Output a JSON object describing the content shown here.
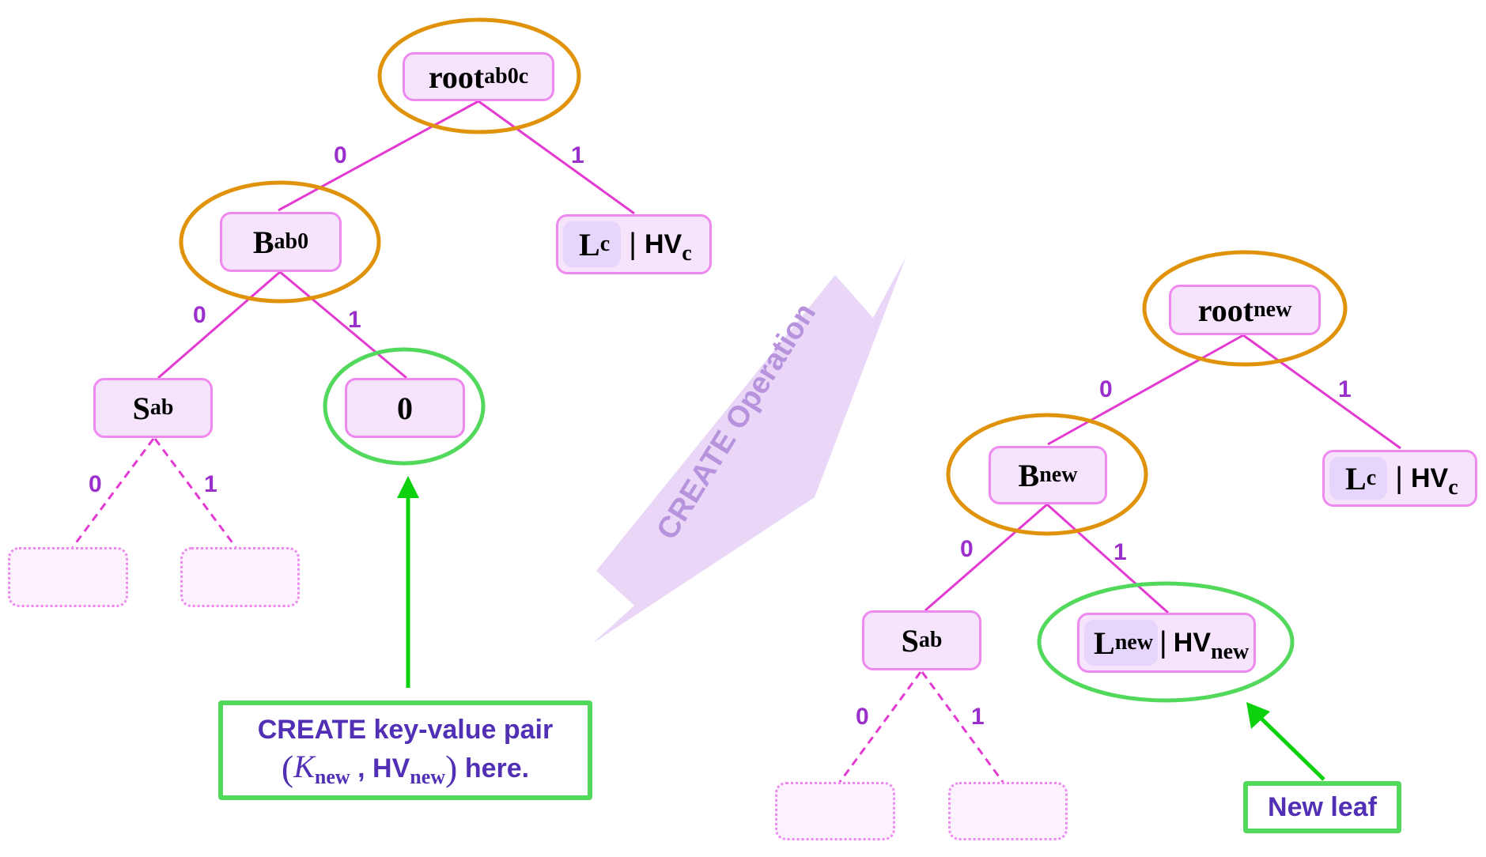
{
  "colors": {
    "node_fill": "#f5e4fc",
    "node_border": "#ee8aef",
    "key_fill": "#e6d6fb",
    "edge": "#e33ad2",
    "edge_label": "#9b2fcc",
    "orange_ring": "#e0930a",
    "green_ring": "#52d85a",
    "green_arrow": "#0dd10d",
    "callout_text": "#5230b5",
    "operation_band": "#ead7f8",
    "operation_text": "#b693dc"
  },
  "before_tree": {
    "root": {
      "main": "root",
      "sub": "ab0c"
    },
    "branch": {
      "main": "B",
      "sub": "ab0"
    },
    "leaf_c": {
      "key_main": "L",
      "key_sub": "c",
      "separator": "|",
      "hv_main": "HV",
      "hv_sub": "c"
    },
    "subtree": {
      "main": "S",
      "sub": "ab"
    },
    "empty_node": {
      "main": "0"
    },
    "edge_labels": {
      "root_left": "0",
      "root_right": "1",
      "branch_left": "0",
      "branch_right": "1",
      "subtree_left": "0",
      "subtree_right": "1"
    }
  },
  "operation": {
    "label": "CREATE Operation"
  },
  "after_tree": {
    "root": {
      "main": "root",
      "sub": "new"
    },
    "branch": {
      "main": "B",
      "sub": "new"
    },
    "leaf_c": {
      "key_main": "L",
      "key_sub": "c",
      "separator": "|",
      "hv_main": "HV",
      "hv_sub": "c"
    },
    "subtree": {
      "main": "S",
      "sub": "ab"
    },
    "leaf_new": {
      "key_main": "L",
      "key_sub": "new",
      "separator": "|",
      "hv_main": "HV",
      "hv_sub": "new"
    },
    "edge_labels": {
      "root_left": "0",
      "root_right": "1",
      "branch_left": "0",
      "branch_right": "1",
      "subtree_left": "0",
      "subtree_right": "1"
    }
  },
  "callouts": {
    "create_here": {
      "line1": "CREATE key-value pair",
      "open_paren": "(",
      "k_main": "K",
      "k_sub": "new",
      "comma": " , ",
      "hv_main": "HV",
      "hv_sub": "new",
      "close_paren": ")",
      "tail": " here."
    },
    "new_leaf": {
      "label": "New leaf"
    }
  }
}
